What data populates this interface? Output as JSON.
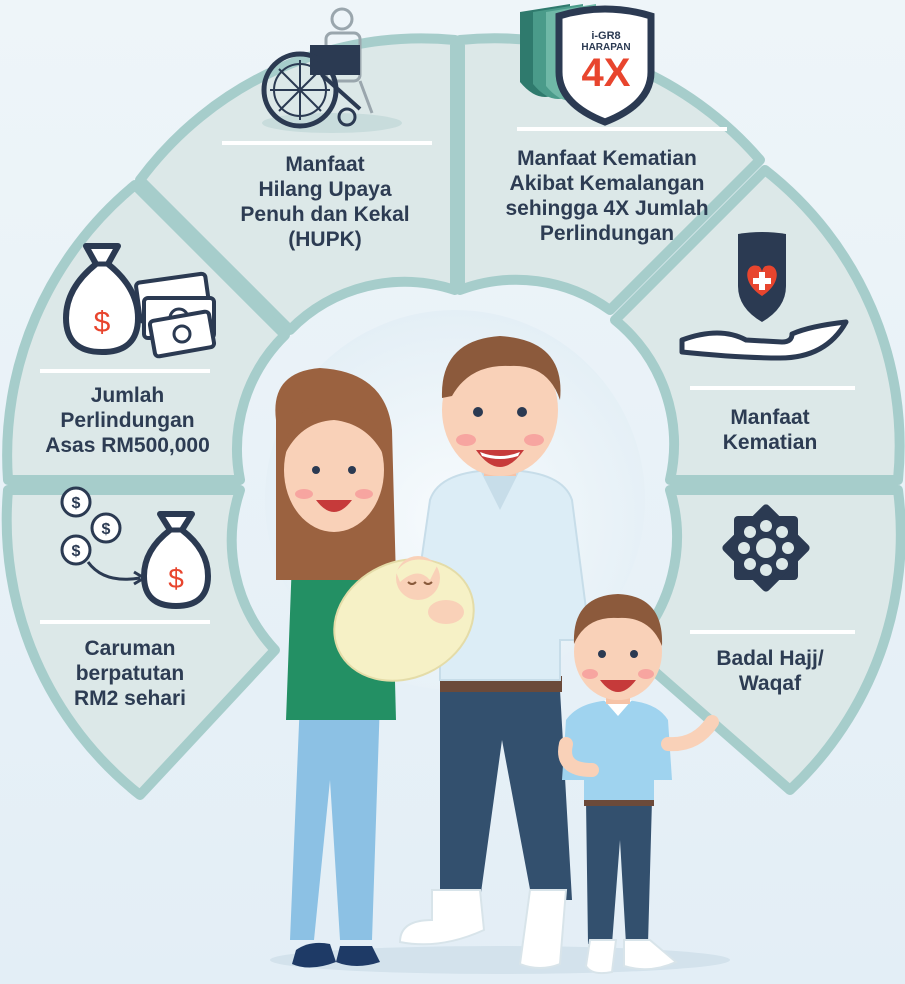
{
  "benefits": {
    "hupk": {
      "lines": [
        "Manfaat",
        "Hilang Upaya",
        "Penuh dan Kekal",
        "(HUPK)"
      ]
    },
    "accident": {
      "lines": [
        "Manfaat Kematian",
        "Akibat Kemalangan",
        "sehingga 4X Jumlah",
        "Perlindungan"
      ]
    },
    "death": {
      "lines": [
        "Manfaat",
        "Kematian"
      ]
    },
    "hajj": {
      "lines": [
        "Badal Hajj/",
        "Waqaf"
      ]
    },
    "sum": {
      "lines": [
        "Jumlah",
        "Perlindungan",
        "Asas RM500,000"
      ]
    },
    "contrib": {
      "lines": [
        "Caruman",
        "berpatutan",
        "RM2 sehari"
      ]
    }
  },
  "badge": {
    "brand": "i-GR8",
    "name": "HARAPAN",
    "multiplier": "4X"
  },
  "icons": {
    "hupk": "wheelchair-icon",
    "accident": "shield-badge-icon",
    "death": "heart-shield-hand-icon",
    "hajj": "islamic-star-pattern-icon",
    "sum": "money-bag-cash-icon",
    "contrib": "coins-to-bag-icon"
  },
  "colors": {
    "panel": "#dce8e8",
    "panel_border": "#9bc6c4",
    "text": "#2d3c53",
    "navy": "#2b3a52",
    "accent_red": "#e8452e",
    "teal_dark": "#2f7a6d"
  }
}
